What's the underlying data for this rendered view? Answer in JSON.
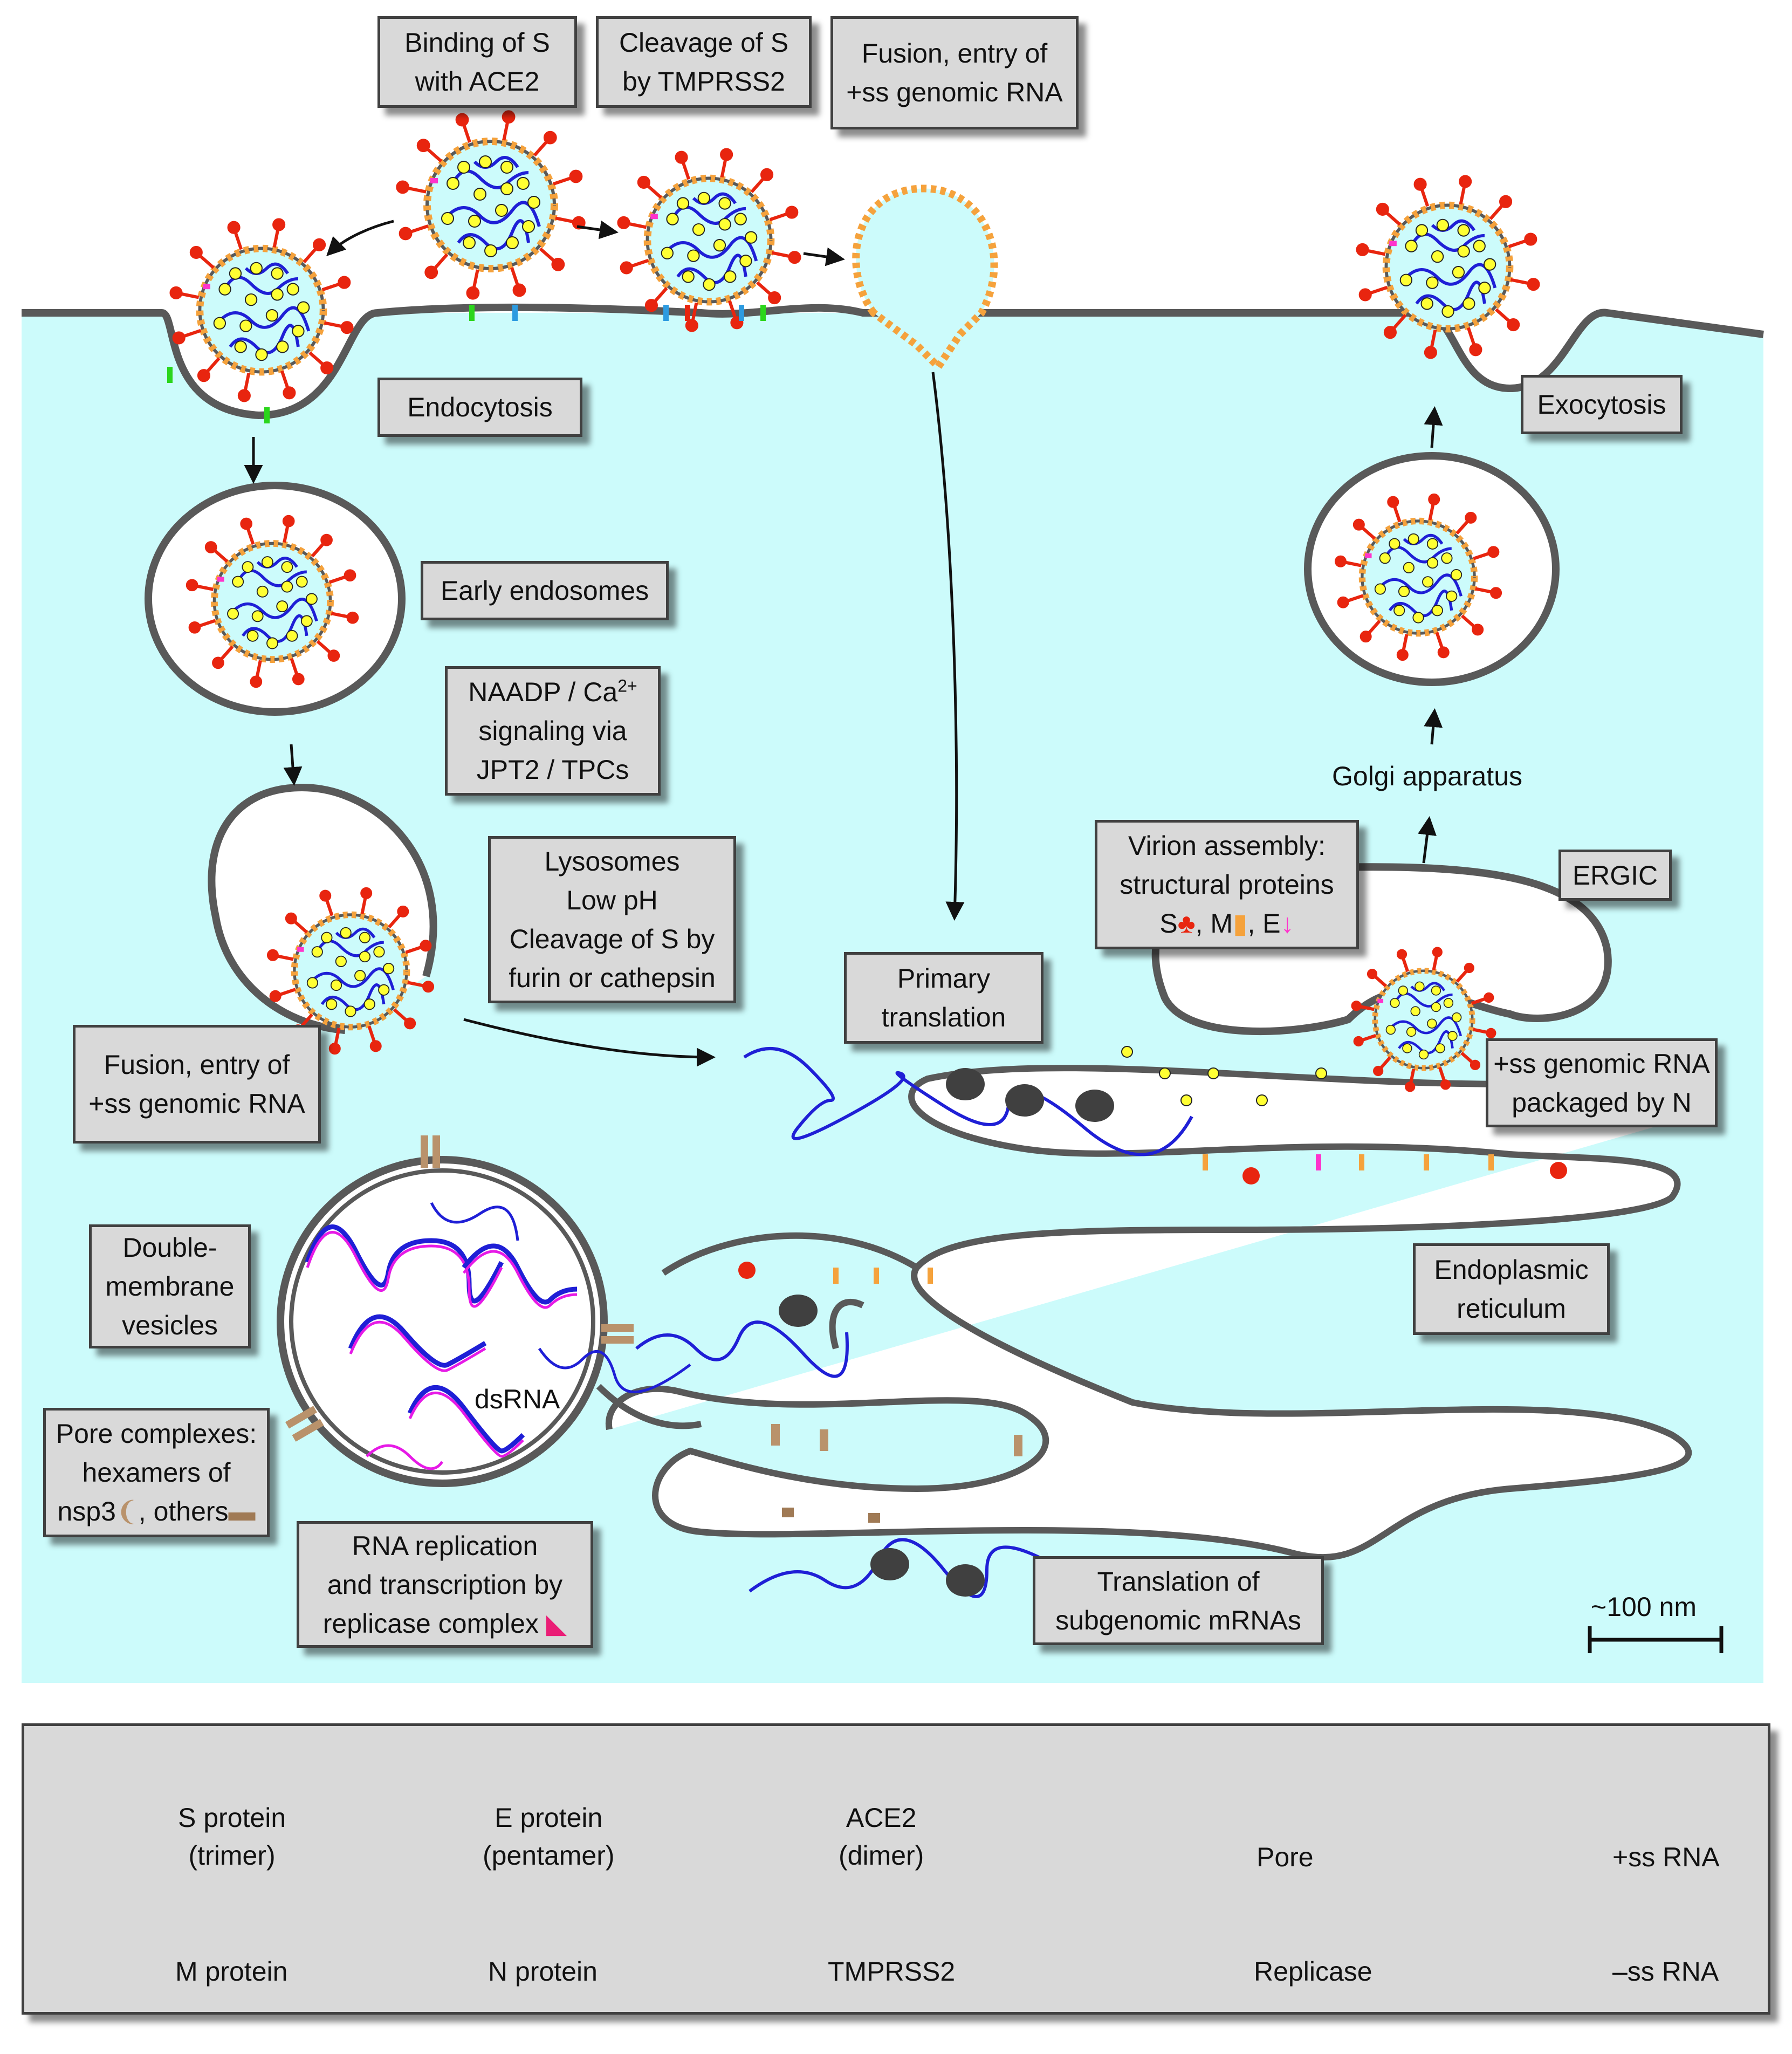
{
  "colors": {
    "cytoplasm": "#ccfbfb",
    "membrane": "#595959",
    "s_protein": "#e8250f",
    "m_protein": "#f5a23c",
    "e_protein": "#ff33cc",
    "ace2": "#2bd61c",
    "tmprss2": "#2d9be0",
    "n_protein": "#ffff33",
    "plus_rna": "#1f1fd6",
    "minus_rna": "#e61ae6",
    "replicase": "#ea1d76",
    "pore": "#b9926b",
    "ribosome": "#404040",
    "label_box": "#d9d9d9"
  },
  "labels": {
    "binding": [
      "Binding of S",
      "with ACE2"
    ],
    "cleavage": [
      "Cleavage of S",
      "by TMPRSS2"
    ],
    "fusion_top": [
      "Fusion, entry of",
      "+ss genomic RNA"
    ],
    "endocytosis": "Endocytosis",
    "early_endosomes": "Early endosomes",
    "naadp": [
      "NAADP / Ca",
      "2+",
      "signaling via",
      "JPT2 / TPCs"
    ],
    "lysosomes": [
      "Lysosomes",
      "Low pH",
      "Cleavage of S by",
      "furin or cathepsin"
    ],
    "fusion_left": [
      "Fusion, entry of",
      "+ss genomic RNA"
    ],
    "primary_translation": [
      "Primary",
      "translation"
    ],
    "virion_assembly": [
      "Virion assembly:",
      "structural proteins",
      "S",
      ", M",
      ", E"
    ],
    "ergic": "ERGIC",
    "golgi": "Golgi apparatus",
    "exocytosis": "Exocytosis",
    "packaged": [
      "+ss genomic RNA",
      "packaged by N"
    ],
    "double_membrane": [
      "Double-",
      "membrane",
      "vesicles"
    ],
    "dsrna": "dsRNA",
    "pore_complexes": [
      "Pore complexes:",
      "hexamers of",
      "nsp3",
      ", others"
    ],
    "rna_replication": [
      "RNA replication",
      "and transcription by",
      "replicase complex"
    ],
    "er": [
      "Endoplasmic",
      "reticulum"
    ],
    "translation_sub": [
      "Translation of",
      "subgenomic mRNAs"
    ],
    "scale": "~100 nm"
  },
  "legend": {
    "s_protein": [
      "S protein",
      "(trimer)"
    ],
    "e_protein": [
      "E protein",
      "(pentamer)"
    ],
    "ace2": [
      "ACE2",
      "(dimer)"
    ],
    "pore": "Pore",
    "plus_rna": "+ss RNA",
    "m_protein": "M protein",
    "n_protein": "N protein",
    "tmprss2": "TMPRSS2",
    "replicase": "Replicase",
    "minus_rna": "–ss RNA"
  }
}
